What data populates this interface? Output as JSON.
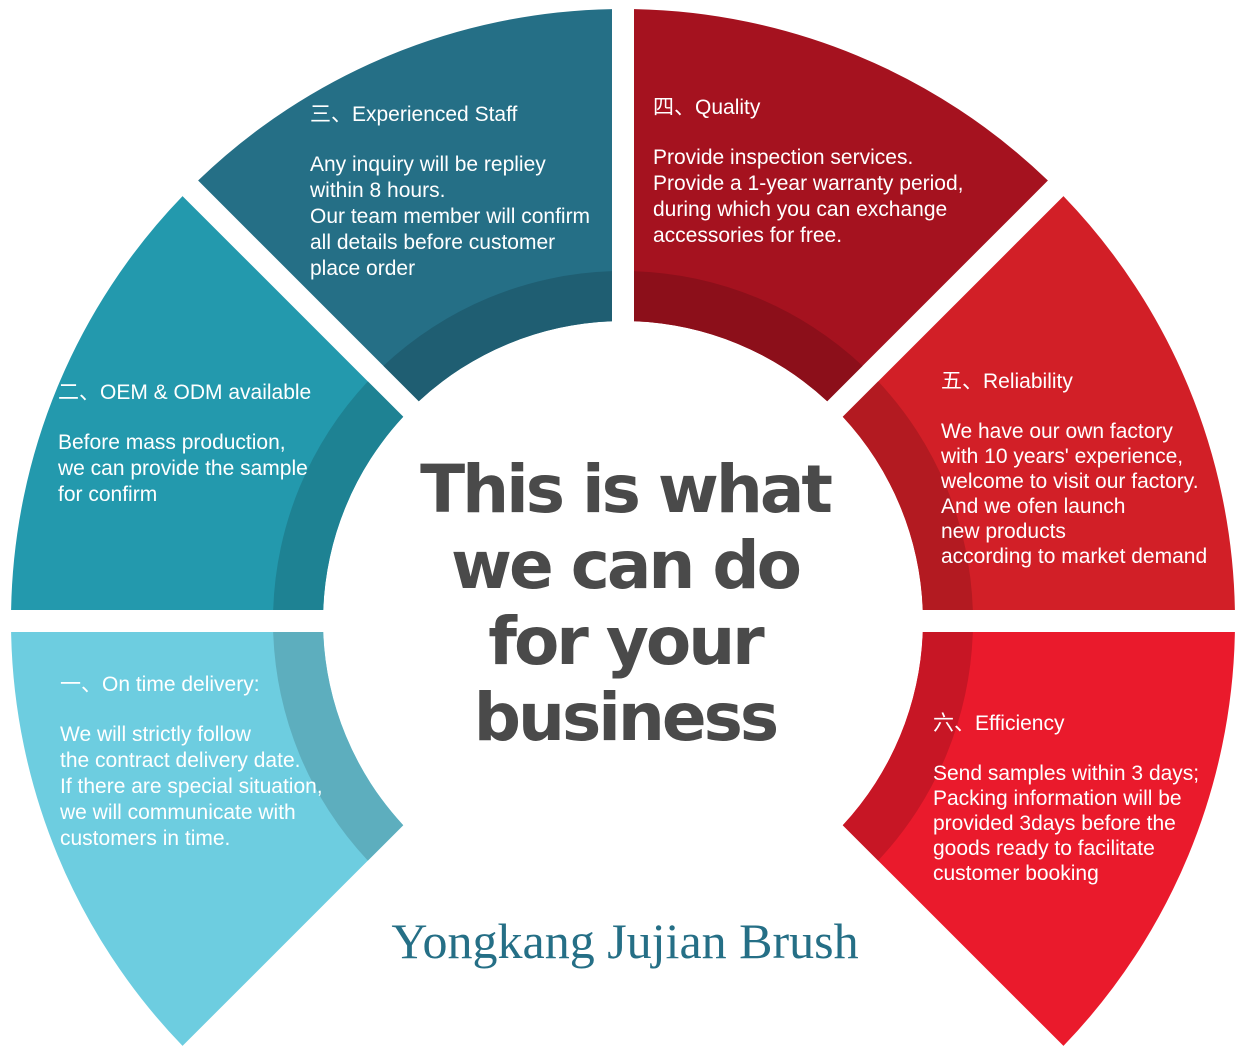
{
  "sections": [
    {
      "heading": "一、On time delivery:",
      "body": "We will strictly follow\nthe contract delivery date.\nIf there are special situation,\nwe will communicate with\ncustomers in time.",
      "color": "#6dcde0"
    },
    {
      "heading": "二、OEM & ODM available",
      "body": "Before mass production,\nwe can provide the sample\nfor confirm",
      "color": "#2399ad"
    },
    {
      "heading": "三、Experienced Staff",
      "body": "Any inquiry will be repliey\nwithin 8 hours.\nOur team member will confirm\nall details before customer\nplace order",
      "color": "#256f86"
    },
    {
      "heading": "四、Quality",
      "body": "Provide inspection services.\nProvide a 1-year warranty period,\nduring which you can exchange\naccessories for free.",
      "color": "#a5121f"
    },
    {
      "heading": "五、Reliability",
      "body": "We have our own factory\nwith 10 years' experience,\nwelcome to visit our factory.\nAnd we ofen launch\nnew products\naccording to market demand",
      "color": "#d21f27"
    },
    {
      "heading": "六、Efficiency",
      "body": "Send samples within 3 days;\nPacking information will be\nprovided 3days before the\ngoods ready to facilitate\ncustomer booking",
      "color": "#ea1a2c"
    }
  ],
  "center_title": "This is what we can do for your business",
  "brand": "Yongkang Jujian Brush"
}
